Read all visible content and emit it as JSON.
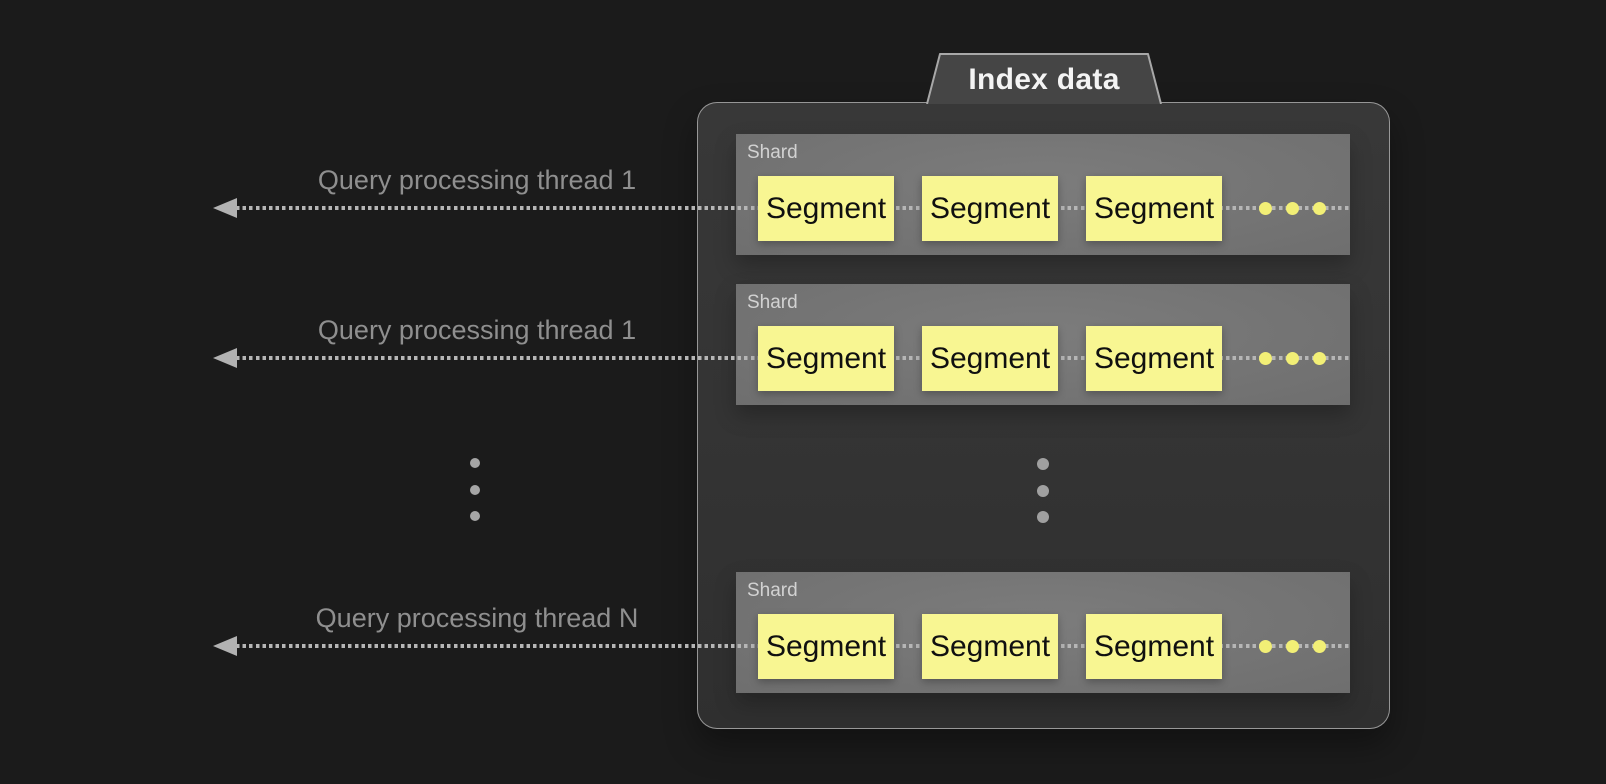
{
  "title": "Index data",
  "shards": [
    {
      "label": "Shard",
      "segments": [
        "Segment",
        "Segment",
        "Segment"
      ]
    },
    {
      "label": "Shard",
      "segments": [
        "Segment",
        "Segment",
        "Segment"
      ]
    },
    {
      "label": "Shard",
      "segments": [
        "Segment",
        "Segment",
        "Segment"
      ]
    }
  ],
  "threads": [
    {
      "label": "Query processing thread 1"
    },
    {
      "label": "Query processing thread 1"
    },
    {
      "label": "Query processing thread N"
    }
  ],
  "icons": {
    "thread_arrow": "left-dotted-arrow",
    "segment_overflow": "horizontal-ellipsis-dots",
    "shard_overflow": "vertical-ellipsis-dots",
    "thread_overflow": "vertical-ellipsis-dots"
  },
  "colors": {
    "background": "#1b1b1b",
    "group_panel": "#343434",
    "group_border": "#bebebe",
    "tab_fill": "#454545",
    "shard_fill": "#6f6f6f",
    "segment_fill": "#f8f692",
    "segment_text": "#101010",
    "ellipsis_yellow": "#f2ef76",
    "line_gray": "#b6b6b6",
    "thread_label_gray": "#8f8f8f"
  }
}
